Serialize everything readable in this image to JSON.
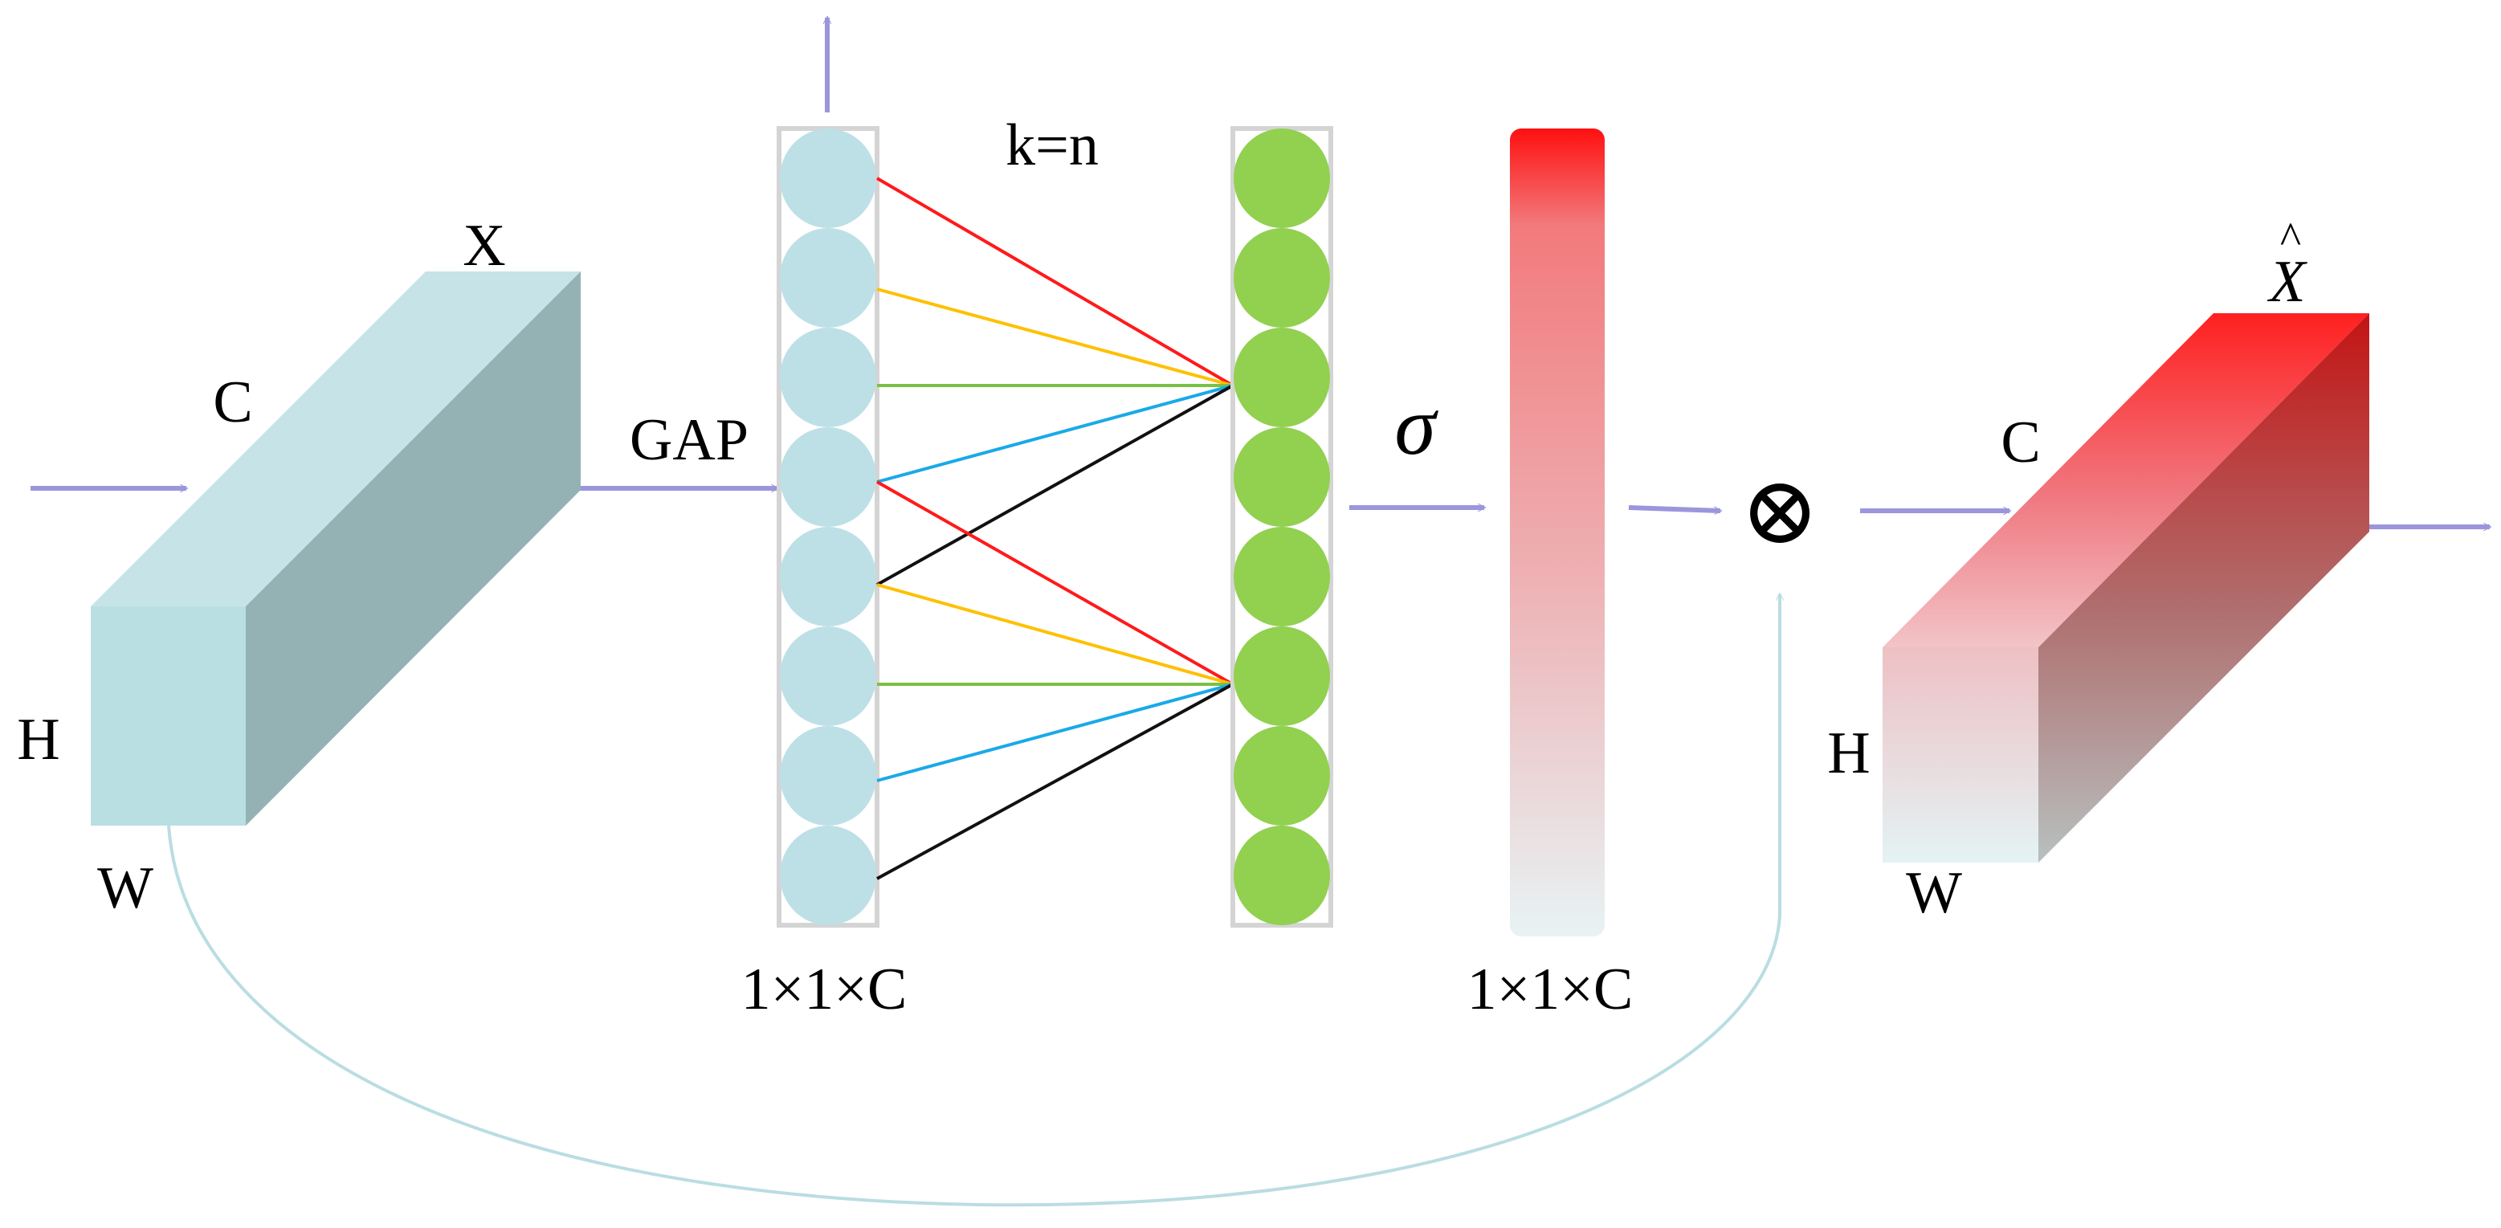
{
  "diagram": {
    "input_block": {
      "label_x": "X",
      "label_c": "C",
      "label_h": "H",
      "label_w": "W"
    },
    "gap_label": "GAP",
    "input_vector_label": "1×1×C",
    "conv_label": "k=n",
    "sigma_label": "σ",
    "weight_vector_label": "1×1×C",
    "multiply_symbol": "⊗",
    "output_block": {
      "label_xhat": "X",
      "hat": "^",
      "label_c": "C",
      "label_h": "H",
      "label_w": "W"
    },
    "colors": {
      "arrow": "#9b96dc",
      "input_front": "#b9dfe3",
      "input_top": "#c6e4e8",
      "input_side": "#94b2b4",
      "node_blue": "#bde0e6",
      "node_green": "#92d050",
      "column_border": "#d4d4d4",
      "skip_curve": "#b9dde2",
      "attention_top": "#ff1010",
      "attention_bottom": "#e8f3f4",
      "conv_lines": [
        "#ff1a1a",
        "#ffc000",
        "#7ac143",
        "#1aa9e8",
        "#111111"
      ]
    }
  }
}
